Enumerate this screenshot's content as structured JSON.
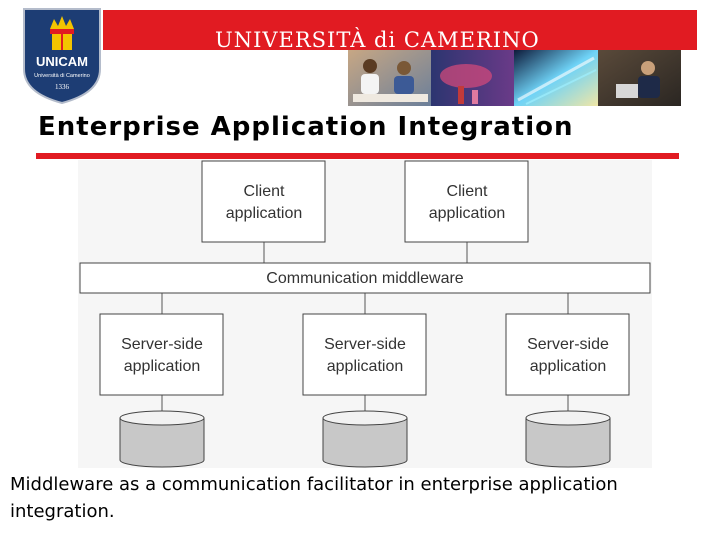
{
  "header": {
    "university_name": "UNIVERSITÀ di CAMERINO",
    "logo": {
      "acronym": "UNICAM",
      "subtitle": "Università di Camerino",
      "year": "1336"
    }
  },
  "slide": {
    "title": "Enterprise Application Integration",
    "caption": "Middleware as a communication facilitator in enterprise application integration."
  },
  "diagram": {
    "clients": [
      {
        "line1": "Client",
        "line2": "application"
      },
      {
        "line1": "Client",
        "line2": "application"
      }
    ],
    "middleware": {
      "label": "Communication middleware"
    },
    "servers": [
      {
        "line1": "Server-side",
        "line2": "application"
      },
      {
        "line1": "Server-side",
        "line2": "application"
      },
      {
        "line1": "Server-side",
        "line2": "application"
      }
    ]
  },
  "colors": {
    "accent_red": "#e11b22",
    "logo_blue": "#1d3d74",
    "database_fill": "#c8c8c8"
  }
}
